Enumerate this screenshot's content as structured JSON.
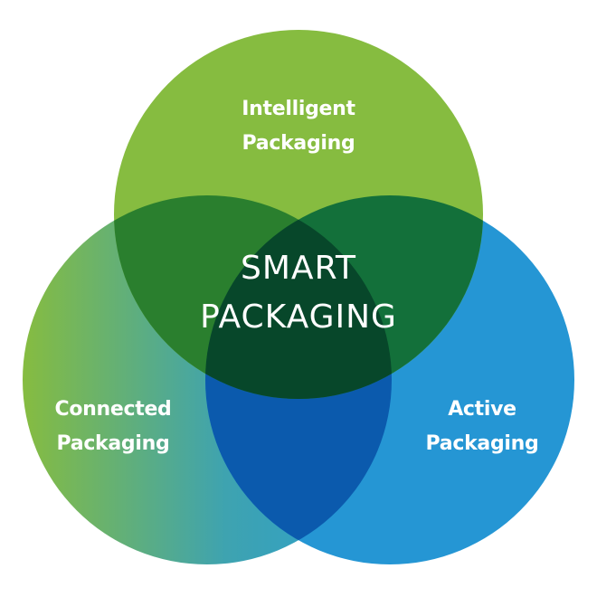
{
  "diagram": {
    "type": "venn",
    "center": {
      "line1": "SMART",
      "line2": "PACKAGING"
    },
    "sets": [
      {
        "id": "top",
        "line1": "Intelligent",
        "line2": "Packaging",
        "color": "#86bc40"
      },
      {
        "id": "left",
        "line1": "Connected",
        "line2": "Packaging",
        "color_start": "#86bc40",
        "color_end": "#2a9fd2"
      },
      {
        "id": "right",
        "line1": "Active",
        "line2": "Packaging",
        "color": "#2596d4"
      }
    ],
    "overlap_colors": {
      "top_left": "#2a7f2e",
      "top_right": "#13703a",
      "left_right": "#0b5aad",
      "all": "#07472a"
    }
  }
}
